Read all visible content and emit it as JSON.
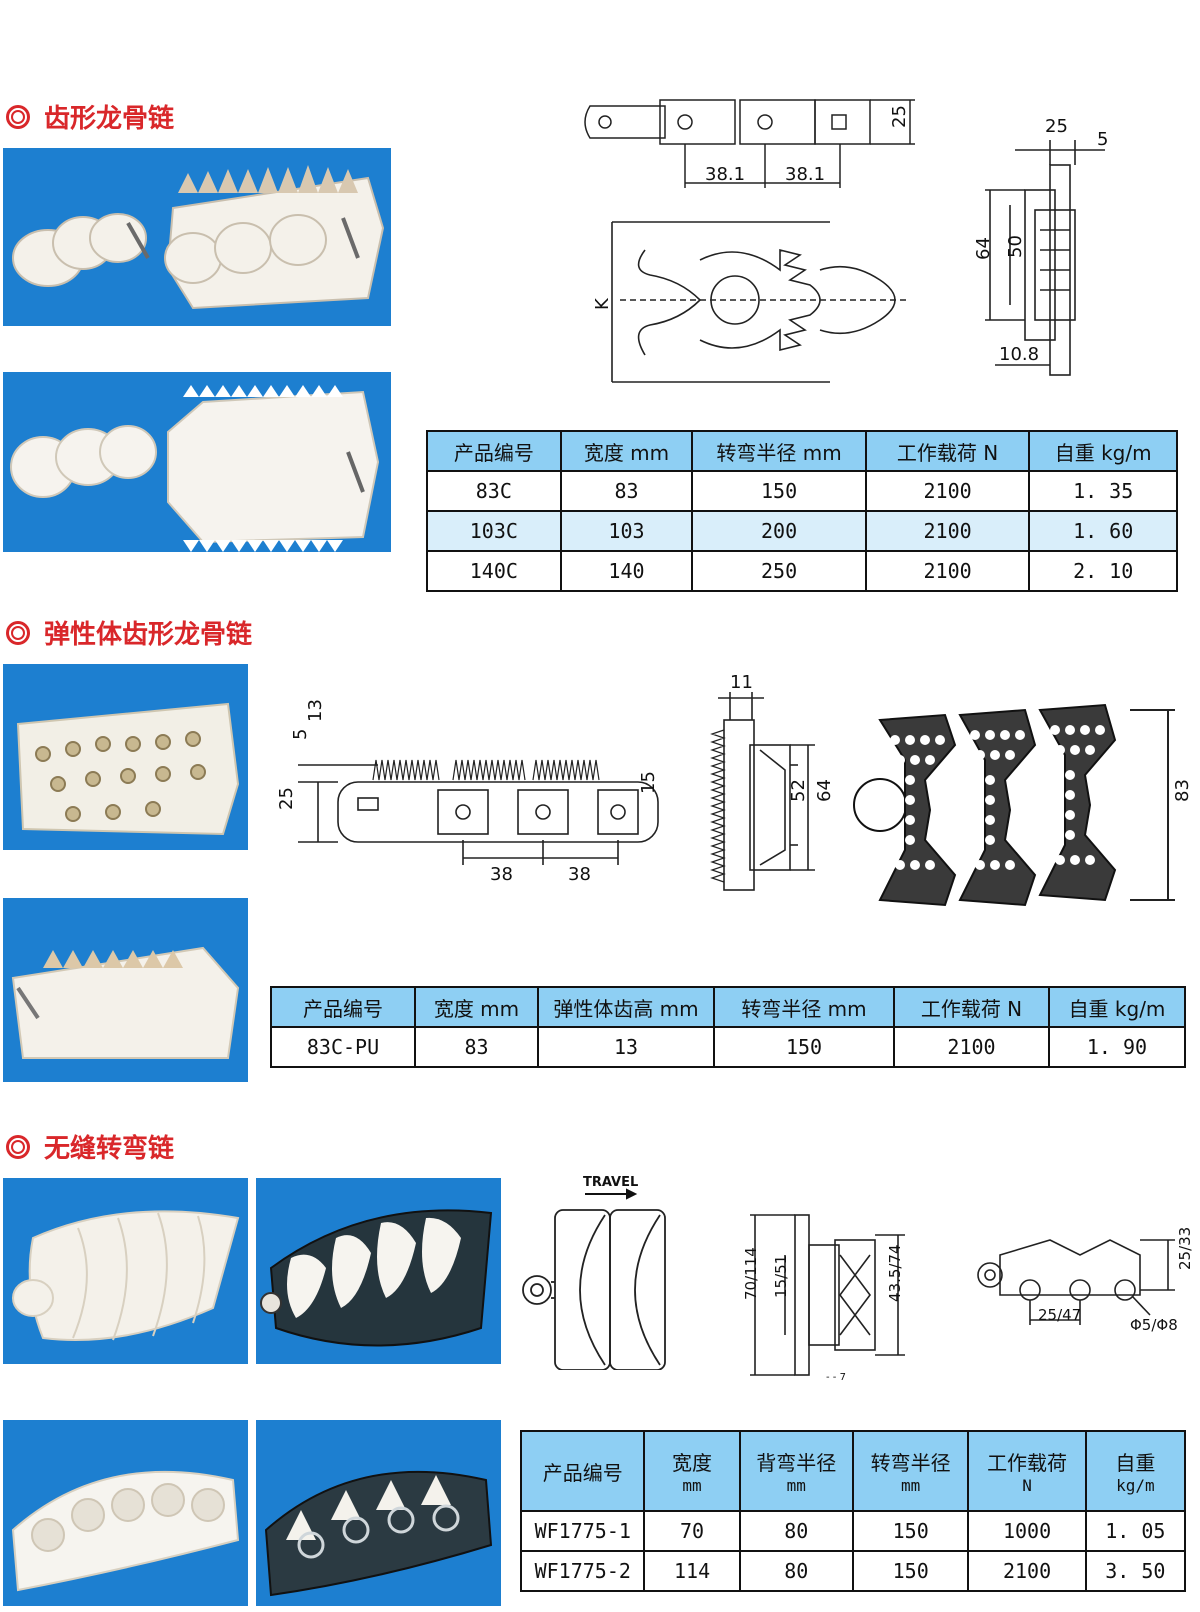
{
  "sections": [
    {
      "title": "齿形龙骨链",
      "dims": {
        "pitch1": "38.1",
        "pitch2": "38.1",
        "height": "25",
        "k_label": "K",
        "side_top": "25",
        "side_right": "5",
        "side_outer": "64",
        "side_inner": "50",
        "side_bottom": "10.8"
      },
      "table": {
        "headers": [
          "产品编号",
          "宽度 mm",
          "转弯半径 mm",
          "工作载荷 N",
          "自重 kg/m"
        ],
        "rows": [
          [
            "83C",
            "83",
            "150",
            "2100",
            "1. 35"
          ],
          [
            "103C",
            "103",
            "200",
            "2100",
            "1. 60"
          ],
          [
            "140C",
            "140",
            "250",
            "2100",
            "2. 10"
          ]
        ]
      }
    },
    {
      "title": "弹性体齿形龙骨链",
      "dims": {
        "tooth": "13",
        "gap": "5",
        "height": "25",
        "right": "15",
        "pitch1": "38",
        "pitch2": "38",
        "end_top": "11",
        "end_inner": "52",
        "end_outer": "64",
        "top_width": "83"
      },
      "table": {
        "headers": [
          "产品编号",
          "宽度 mm",
          "弹性体齿高 mm",
          "转弯半径 mm",
          "工作载荷 N",
          "自重 kg/m"
        ],
        "rows": [
          [
            "83C-PU",
            "83",
            "13",
            "150",
            "2100",
            "1. 90"
          ]
        ]
      }
    },
    {
      "title": "无缝转弯链",
      "dims": {
        "travel": "TRAVEL",
        "width": "70/114",
        "inner": "15/51",
        "height": "43.5/74",
        "pitch": "25/47",
        "side": "25/33",
        "pin": "Φ5/Φ8",
        "stray": "7"
      },
      "table": {
        "headers": [
          {
            "main": "产品编号",
            "sub": ""
          },
          {
            "main": "宽度",
            "sub": "mm"
          },
          {
            "main": "背弯半径",
            "sub": "mm"
          },
          {
            "main": "转弯半径",
            "sub": "mm"
          },
          {
            "main": "工作载荷",
            "sub": "N"
          },
          {
            "main": "自重",
            "sub": "kg/m"
          }
        ],
        "rows": [
          [
            "WF1775-1",
            "70",
            "80",
            "150",
            "1000",
            "1. 05"
          ],
          [
            "WF1775-2",
            "114",
            "80",
            "150",
            "2100",
            "3. 50"
          ]
        ]
      }
    }
  ],
  "colors": {
    "accent": "#d9272a",
    "photo_background": "#1d7fd0",
    "header_fill": "#8ecff3",
    "alt_row_fill": "#d9eefa"
  }
}
